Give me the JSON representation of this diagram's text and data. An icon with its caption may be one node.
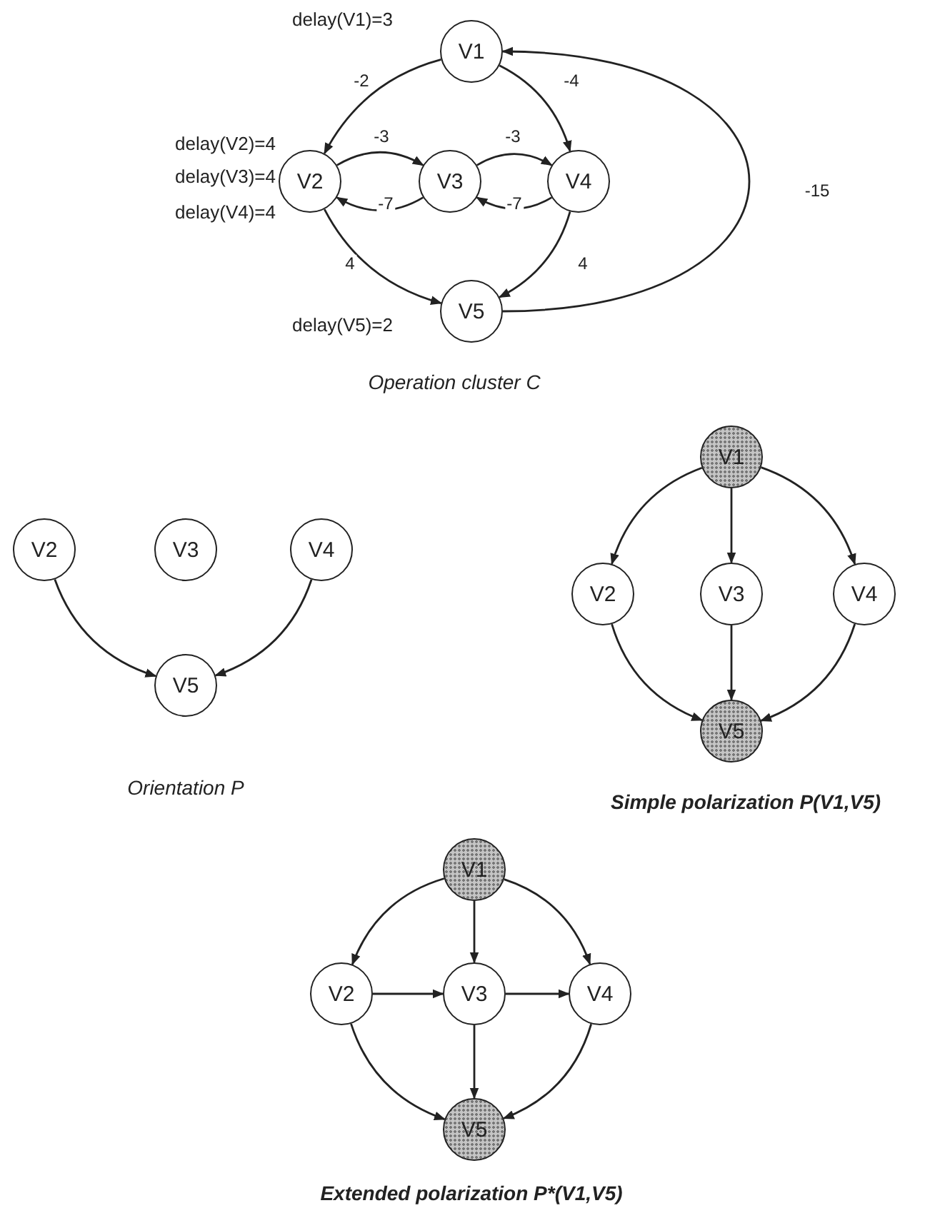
{
  "diagram": {
    "nodes": [
      {
        "text": [
          "V1"
        ]
      },
      {
        "text": [
          "V2"
        ]
      },
      {
        "text": [
          "V3"
        ]
      },
      {
        "text": [
          "V4"
        ]
      },
      {
        "text": [
          "V5"
        ]
      },
      {
        "text": [
          "V2"
        ]
      },
      {
        "text": [
          "V3"
        ]
      },
      {
        "text": [
          "V4"
        ]
      },
      {
        "text": [
          "V5"
        ]
      },
      {
        "text": [
          "V1"
        ]
      },
      {
        "text": [
          "V2"
        ]
      },
      {
        "text": [
          "V3"
        ]
      },
      {
        "text": [
          "V4"
        ]
      },
      {
        "text": [
          "V5"
        ]
      },
      {
        "text": [
          "V1"
        ]
      },
      {
        "text": [
          "V2"
        ]
      },
      {
        "text": [
          "V3"
        ]
      },
      {
        "text": [
          "V4"
        ]
      },
      {
        "text": [
          "V5"
        ]
      }
    ],
    "edges": [
      {
        "from": 0,
        "to": 1,
        "arrow": "to",
        "label": "-2"
      },
      {
        "from": 0,
        "to": 3,
        "arrow": "to",
        "label": "-4"
      },
      {
        "from": 1,
        "to": 2,
        "arrow": "to",
        "label": "-3"
      },
      {
        "from": 2,
        "to": 1,
        "arrow": "to",
        "label": "-7"
      },
      {
        "from": 2,
        "to": 3,
        "arrow": "to",
        "label": "-3"
      },
      {
        "from": 3,
        "to": 2,
        "arrow": "to",
        "label": "-7"
      },
      {
        "from": 1,
        "to": 4,
        "arrow": "to",
        "label": "4"
      },
      {
        "from": 3,
        "to": 4,
        "arrow": "to",
        "label": "4"
      },
      {
        "from": 4,
        "to": 0,
        "arrow": "to",
        "label": "-15"
      },
      {
        "from": 5,
        "to": 8,
        "arrow": "to"
      },
      {
        "from": 7,
        "to": 8,
        "arrow": "to"
      },
      {
        "from": 9,
        "to": 10,
        "arrow": "to"
      },
      {
        "from": 9,
        "to": 11,
        "arrow": "to"
      },
      {
        "from": 9,
        "to": 12,
        "arrow": "to"
      },
      {
        "from": 10,
        "to": 13,
        "arrow": "to"
      },
      {
        "from": 11,
        "to": 13,
        "arrow": "to"
      },
      {
        "from": 12,
        "to": 13,
        "arrow": "to"
      },
      {
        "from": 14,
        "to": 15,
        "arrow": "to"
      },
      {
        "from": 14,
        "to": 16,
        "arrow": "to"
      },
      {
        "from": 14,
        "to": 17,
        "arrow": "to"
      },
      {
        "from": 15,
        "to": 16,
        "arrow": "to"
      },
      {
        "from": 16,
        "to": 17,
        "arrow": "to"
      },
      {
        "from": 15,
        "to": 18,
        "arrow": "to"
      },
      {
        "from": 16,
        "to": 18,
        "arrow": "to"
      },
      {
        "from": 17,
        "to": 18,
        "arrow": "to"
      }
    ],
    "labels": [
      "delay(V1)=3",
      "delay(V2)=4",
      "delay(V3)=4",
      "delay(V4)=4",
      "delay(V5)=2",
      "Operation cluster C",
      "Orientation P",
      "Simple polarization P(V1,V5)",
      "Extended polarization P*(V1,V5)"
    ]
  }
}
